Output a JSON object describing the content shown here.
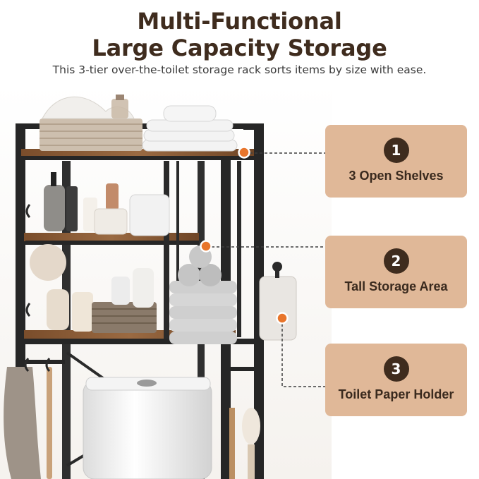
{
  "header": {
    "title_line1": "Multi-Functional",
    "title_line2": "Large Capacity Storage",
    "subtitle": "This 3-tier over-the-toilet storage rack sorts items by size with ease."
  },
  "features": [
    {
      "number": "1",
      "label": "3 Open Shelves"
    },
    {
      "number": "2",
      "label": "Tall Storage Area"
    },
    {
      "number": "3",
      "label": "Toilet Paper Holder"
    }
  ],
  "colors": {
    "title": "#3f2c1e",
    "card_background": "#e0b898",
    "badge": "#3f2c1e",
    "callout_dot": "#e8752b",
    "frame": "#262626",
    "wood": "#8a5a34"
  }
}
